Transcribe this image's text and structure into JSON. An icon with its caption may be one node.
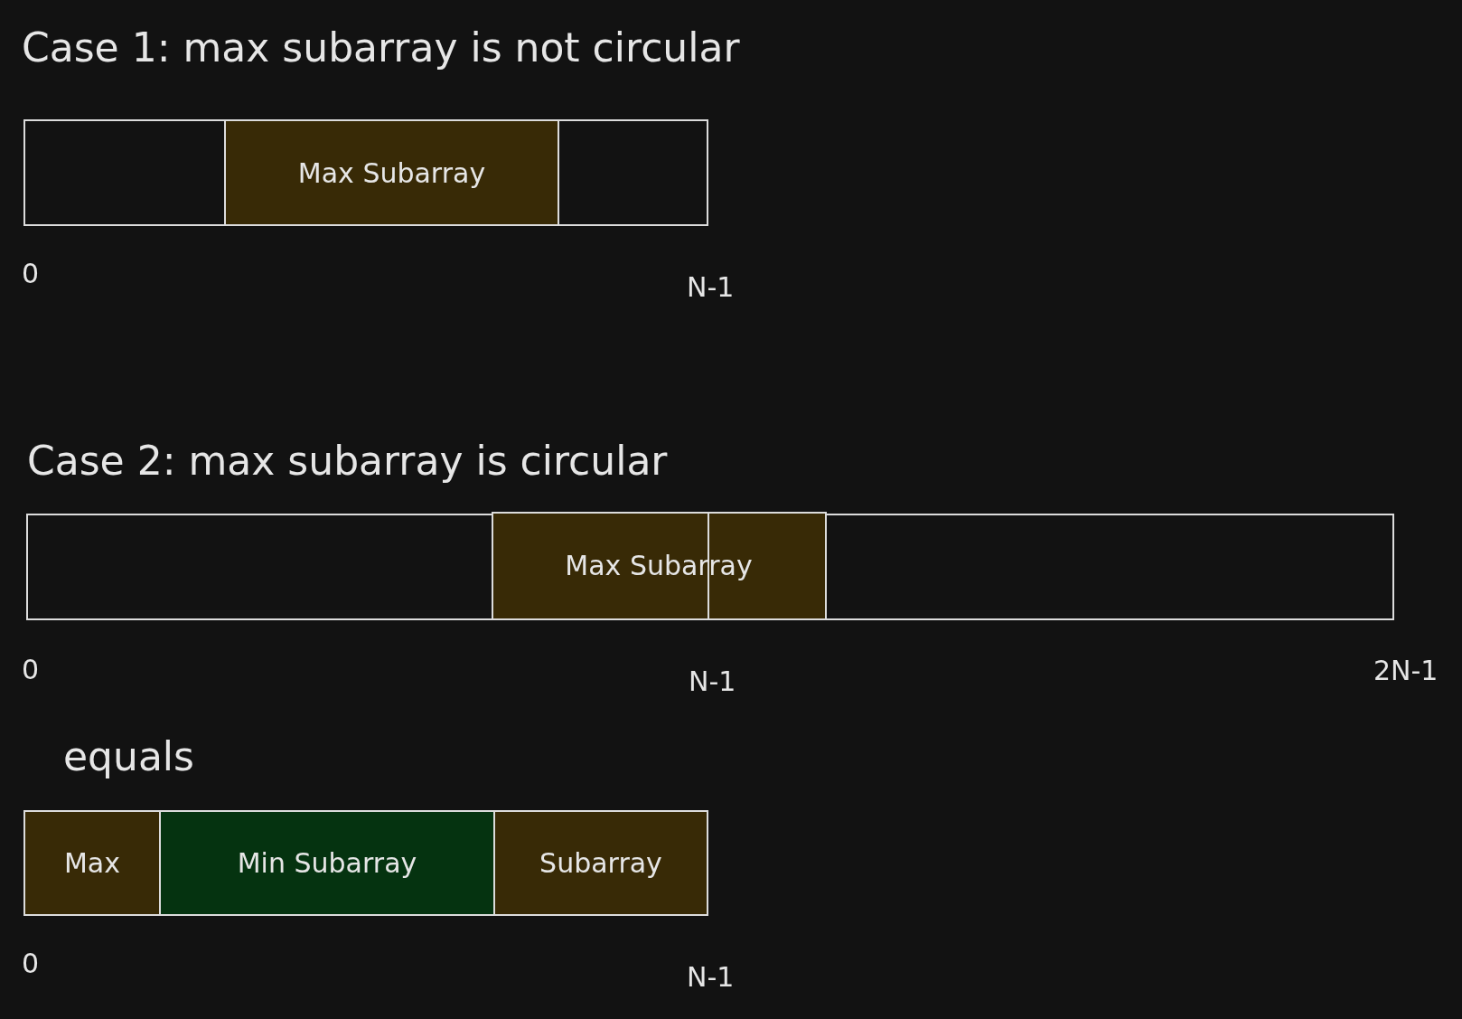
{
  "diagram": {
    "nodes": [
      {
        "text": [],
        "shape": "box"
      },
      {
        "text": [
          "Max Subarray"
        ]
      },
      {
        "text": [],
        "shape": "box"
      },
      {
        "text": [],
        "shape": "box"
      },
      {
        "text": [
          "Max Subarray"
        ],
        "in": 3
      },
      {
        "text": [
          "Max"
        ]
      },
      {
        "text": [
          "Min Subarray"
        ]
      },
      {
        "text": [
          "Subarray"
        ]
      }
    ],
    "labels": [
      "Case 1: max subarray is not circular",
      "0",
      "N-1",
      "Case 2: max subarray is circular",
      "0",
      "N-1",
      "2N-1",
      "equals",
      "0",
      "N-1"
    ]
  }
}
